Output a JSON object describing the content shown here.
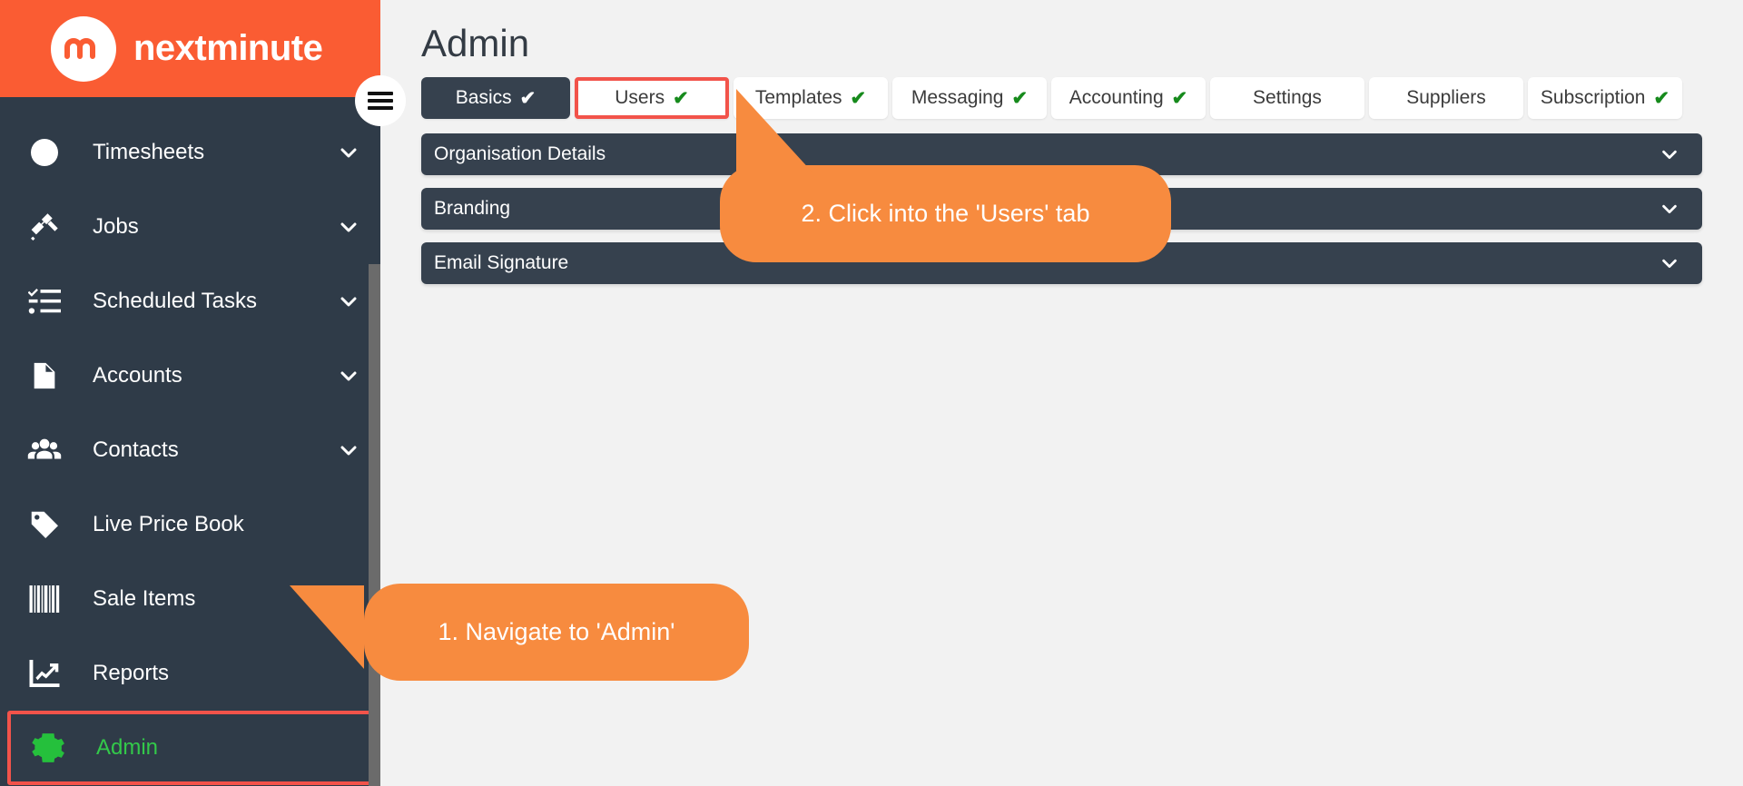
{
  "brand": {
    "name": "nextminute",
    "logo_icon": "nextminute-m-logo-icon",
    "accent_color": "#fa5c33"
  },
  "sidebar": {
    "background_color": "#2f3b48",
    "highlight_border_color": "#f2534a",
    "active_text_color": "#33c94a",
    "items": [
      {
        "label": "Timesheets",
        "icon": "clock-icon",
        "has_chevron": true,
        "active": false
      },
      {
        "label": "Jobs",
        "icon": "hammer-icon",
        "has_chevron": true,
        "active": false
      },
      {
        "label": "Scheduled Tasks",
        "icon": "checklist-icon",
        "has_chevron": true,
        "active": false
      },
      {
        "label": "Accounts",
        "icon": "document-icon",
        "has_chevron": true,
        "active": false
      },
      {
        "label": "Contacts",
        "icon": "people-icon",
        "has_chevron": true,
        "active": false
      },
      {
        "label": "Live Price Book",
        "icon": "price-tag-icon",
        "has_chevron": false,
        "active": false
      },
      {
        "label": "Sale Items",
        "icon": "barcode-icon",
        "has_chevron": true,
        "active": false
      },
      {
        "label": "Reports",
        "icon": "chart-line-icon",
        "has_chevron": false,
        "active": false
      },
      {
        "label": "Admin",
        "icon": "gear-icon",
        "has_chevron": false,
        "active": true
      }
    ]
  },
  "hamburger": {
    "icon": "hamburger-menu-icon"
  },
  "main": {
    "title": "Admin",
    "tabs": [
      {
        "label": "Basics",
        "check": true,
        "state": "active",
        "width_class": "tab-w-basics"
      },
      {
        "label": "Users",
        "check": true,
        "state": "marked",
        "width_class": "tab-w-users"
      },
      {
        "label": "Templates",
        "check": true,
        "state": "normal",
        "width_class": "tab-w-templates"
      },
      {
        "label": "Messaging",
        "check": true,
        "state": "normal",
        "width_class": "tab-w-messaging"
      },
      {
        "label": "Accounting",
        "check": true,
        "state": "normal",
        "width_class": "tab-w-accounting"
      },
      {
        "label": "Settings",
        "check": false,
        "state": "normal",
        "width_class": "tab-w-settings"
      },
      {
        "label": "Suppliers",
        "check": false,
        "state": "normal",
        "width_class": "tab-w-suppliers"
      },
      {
        "label": "Subscription",
        "check": true,
        "state": "normal",
        "width_class": "tab-w-subscription"
      }
    ],
    "check_glyph": "✔",
    "accordion_rows": [
      {
        "label": "Organisation Details",
        "chevron": "chevron-down-icon"
      },
      {
        "label": "Branding",
        "chevron": "chevron-down-icon"
      },
      {
        "label": "Email Signature",
        "chevron": "chevron-down-icon"
      }
    ]
  },
  "callouts": [
    {
      "id": "callout1",
      "text": "1. Navigate to 'Admin'",
      "color": "#f78b3f"
    },
    {
      "id": "callout2",
      "text": "2. Click into the 'Users' tab",
      "color": "#f78b3f"
    }
  ]
}
